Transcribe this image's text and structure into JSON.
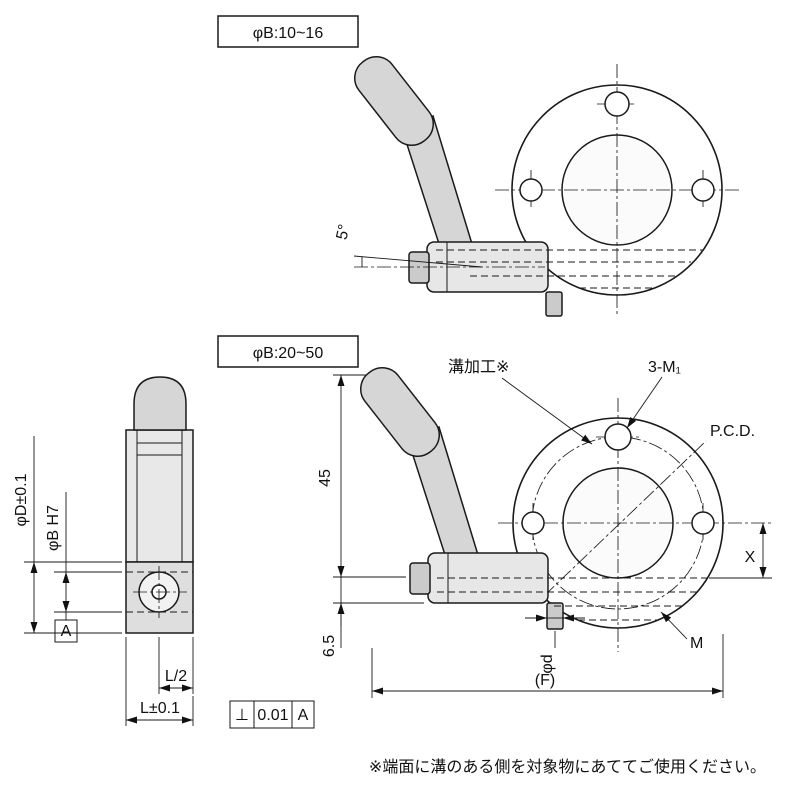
{
  "drawing": {
    "variant_top": {
      "label": "φB:10~16"
    },
    "variant_bottom": {
      "label": "φB:20~50"
    },
    "annotations": {
      "angle": "5°",
      "groove": "溝加工※",
      "thread_holes": "3-M₁",
      "pcd": "P.C.D.",
      "x": "X",
      "m": "M",
      "height_45": "45",
      "offset_6_5": "6.5",
      "pin_dia": "φd",
      "overall_f": "(F)"
    },
    "side_view": {
      "outer_dia": "φD±0.1",
      "bore": "φB H7",
      "datum": "A",
      "half_length": "L/2",
      "length": "L±0.1",
      "tolerance": {
        "symbol": "⊥",
        "value": "0.01",
        "datum": "A"
      }
    },
    "footnote": "※端面に溝のある側を対象物にあててご使用ください。"
  },
  "colors": {
    "line": "#1a1a1a",
    "lever_fill": "#d6d6d6",
    "hub_fill": "#e7e7e7",
    "stud_fill": "#cbcbcb",
    "background": "#ffffff"
  }
}
